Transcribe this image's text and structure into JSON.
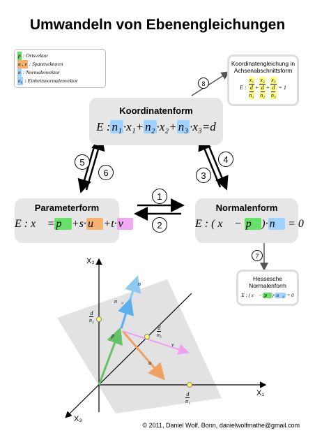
{
  "title": "Umwandeln von Ebenengleichungen",
  "legend": [
    {
      "sym": "p",
      "text": ": Ortsvektor",
      "color": "#66e066"
    },
    {
      "sym": "u , v",
      "text": ": Spannvektoren",
      "color": "#f8b070"
    },
    {
      "sym": "n",
      "text": ": Normalenvektor",
      "color": "#9fd3ff"
    },
    {
      "sym": "n₀",
      "text": ": Einheitsnormalenvektor",
      "color": "#9fd3ff"
    }
  ],
  "koordinatenform": {
    "label": "Koordinatenform",
    "eq": {
      "prefix": "E :",
      "n1": "n₁",
      "t1": "·x₁+",
      "n2": "n₂",
      "t2": "·x₂+",
      "n3": "n₃",
      "t3": "·x₃=d"
    }
  },
  "parameterform": {
    "label": "Parameterform",
    "eq": {
      "prefix": "E : x⃗ =",
      "p": "p⃗",
      "t1": "+s·",
      "u": "u⃗",
      "t2": "+t·",
      "v": "v⃗"
    }
  },
  "normalenform": {
    "label": "Normalenform",
    "eq": {
      "prefix": "E : ( x⃗ −",
      "p": "p⃗",
      "t1": ")·",
      "n": "n⃗",
      "t2": "= 0"
    }
  },
  "achsenabschnitt": {
    "label1": "Koordinatengleichung in",
    "label2": "Achsenabschnittsform",
    "eq": {
      "prefix": "E :",
      "x1": "x₁",
      "x2": "x₂",
      "x3": "x₃",
      "d": "d",
      "n1": "n₁",
      "n2": "n₂",
      "n3": "n₃",
      "plus": "+",
      "eq1": "= 1"
    }
  },
  "hessesche": {
    "label1": "Hessesche",
    "label2": "Normalenform",
    "eq": {
      "prefix": "E : ( x⃗ −",
      "p": "p⃗",
      "t1": ")·",
      "n0": "n⃗₀",
      "t2": "= 0"
    }
  },
  "steps": [
    "1",
    "2",
    "3",
    "4",
    "5",
    "6",
    "7",
    "8"
  ],
  "graph": {
    "x1": "X₁",
    "x2": "X₂",
    "x3": "X₃",
    "n": "n⃗",
    "n0": "n⃗₀",
    "p": "p⃗",
    "u": "u⃗",
    "v": "v⃗",
    "d": "d",
    "n1": "n₁",
    "n2": "n₂",
    "n3": "n₃"
  },
  "copyright": "© 2011, Daniel Wolf, Bonn, danielwolfmathe@gmail.com"
}
